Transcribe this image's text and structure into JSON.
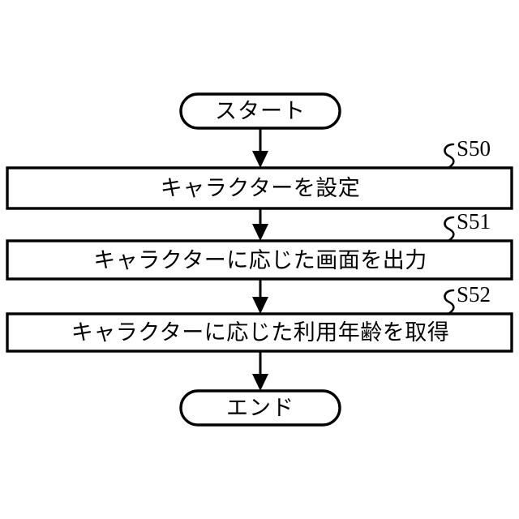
{
  "diagram": {
    "type": "flowchart",
    "orientation": "vertical",
    "background_color": "#ffffff",
    "line_color": "#000000",
    "text_color": "#000000",
    "nodes": [
      {
        "id": "start",
        "shape": "terminator",
        "label": "スタート"
      },
      {
        "id": "s50",
        "shape": "process",
        "label": "キャラクターを設定",
        "step": "S50"
      },
      {
        "id": "s51",
        "shape": "process",
        "label": "キャラクターに応じた画面を出力",
        "step": "S51"
      },
      {
        "id": "s52",
        "shape": "process",
        "label": "キャラクターに応じた利用年齢を取得",
        "step": "S52"
      },
      {
        "id": "end",
        "shape": "terminator",
        "label": "エンド"
      }
    ],
    "edges": [
      {
        "from": "start",
        "to": "s50",
        "arrow": "down"
      },
      {
        "from": "s50",
        "to": "s51",
        "arrow": "down"
      },
      {
        "from": "s51",
        "to": "s52",
        "arrow": "down"
      },
      {
        "from": "s52",
        "to": "end",
        "arrow": "down"
      }
    ]
  }
}
